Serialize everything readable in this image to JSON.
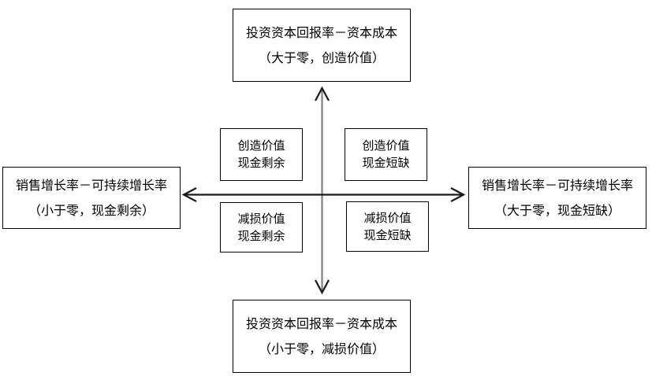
{
  "diagram": {
    "title_hidden": "",
    "axes": {
      "vertical": {
        "name": "vertical-axis",
        "color": "#808080",
        "arrow_top": "up-arrowhead",
        "arrow_bottom": "down-arrowhead"
      },
      "horizontal": {
        "name": "horizontal-axis",
        "color": "#1a1a1a",
        "arrow_left": "left-arrowhead",
        "arrow_right": "right-arrowhead"
      }
    },
    "main_boxes": {
      "top": {
        "line1": "投资资本回报率－资本成本",
        "line2": "（大于零，创造价值）"
      },
      "bottom": {
        "line1": "投资资本回报率－资本成本",
        "line2": "（小于零，减损价值）"
      },
      "left": {
        "line1": "销售增长率－可持续增长率",
        "line2": "（小于零，现金剩余）"
      },
      "right": {
        "line1": "销售增长率－可持续增长率",
        "line2": "（大于零，现金短缺）"
      }
    },
    "quadrants": {
      "top_left": {
        "line1": "创造价值",
        "line2": "现金剩余"
      },
      "top_right": {
        "line1": "创造价值",
        "line2": "现金短缺"
      },
      "bottom_left": {
        "line1": "减损价值",
        "line2": "现金剩余"
      },
      "bottom_right": {
        "line1": "减损价值",
        "line2": "现金短缺"
      }
    },
    "colors": {
      "border": "#000000",
      "background": "#ffffff",
      "text": "#000000"
    }
  }
}
